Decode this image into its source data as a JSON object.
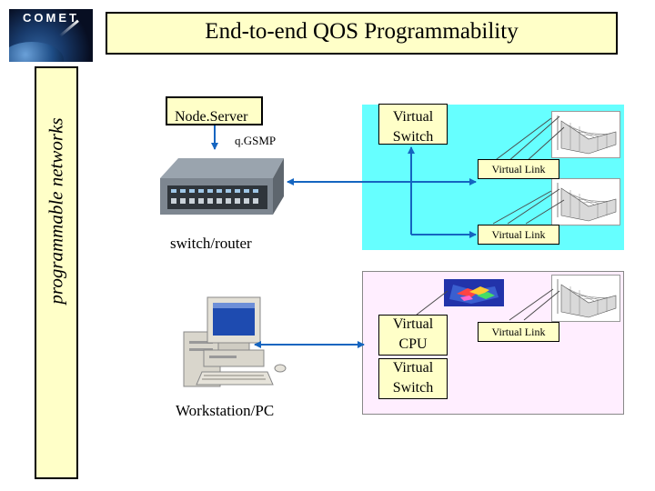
{
  "logo": {
    "text": "COMET"
  },
  "sidebar": {
    "label": "programmable networks"
  },
  "title": "End-to-end QOS Programmability",
  "node_server": {
    "label": "Node.Server",
    "sublabel": "q.GSMP"
  },
  "switch_router": {
    "label": "switch/router"
  },
  "workstation": {
    "label": "Workstation/PC"
  },
  "virtual_switch_top": {
    "line1": "Virtual",
    "line2": "Switch"
  },
  "virtual_cpu": {
    "line1": "Virtual",
    "line2": "CPU"
  },
  "virtual_switch_bottom": {
    "line1": "Virtual",
    "line2": "Switch"
  },
  "virtual_links": [
    "Virtual Link",
    "Virtual Link",
    "Virtual Link"
  ],
  "colors": {
    "label_fill": "#ffffc8",
    "switch_panel": "#66ffff",
    "cpu_panel": "#ffeeff",
    "arrow": "#1565c0"
  }
}
